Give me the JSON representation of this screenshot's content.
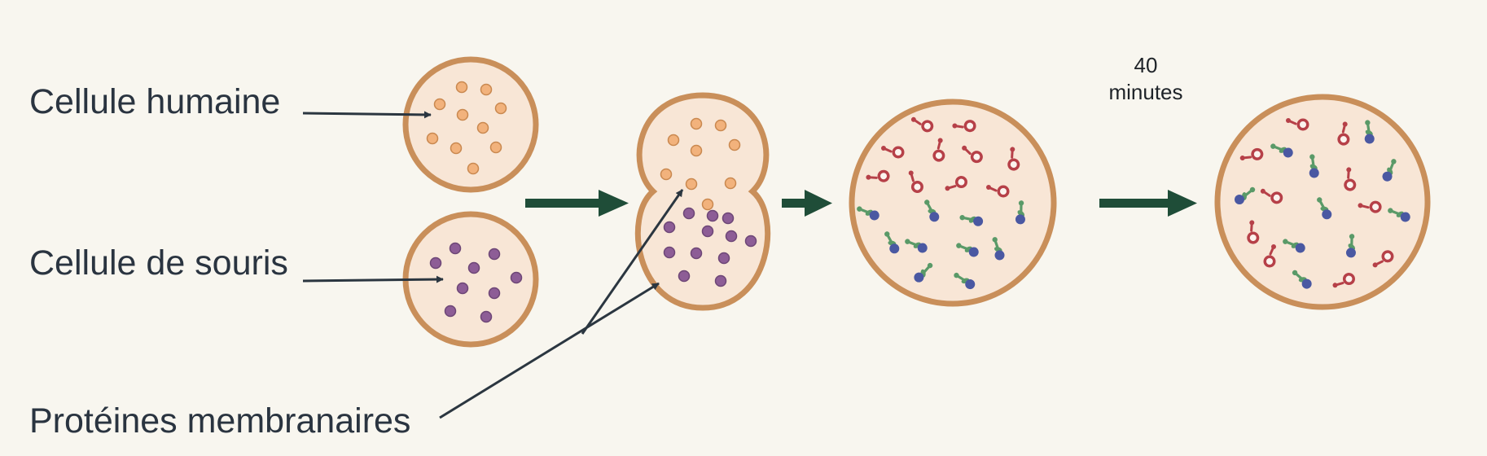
{
  "labels": {
    "human_cell": "Cellule humaine",
    "mouse_cell": "Cellule de souris",
    "membrane_proteins": "Protéines membranaires"
  },
  "time": {
    "value": "40",
    "unit": "minutes"
  },
  "colors": {
    "background": "#f8f6ef",
    "membrane": "#c98f5a",
    "cytoplasm": "#f8e6d6",
    "human_protein": "#f2b27c",
    "mouse_protein": "#8d5d96",
    "arrow": "#1f4d38",
    "pointer_line": "#2b3640",
    "marker_red": "#b64048",
    "marker_green": "#5a9a68",
    "marker_blue": "#4a58a2"
  },
  "icons": [
    "human-protein-dot",
    "mouse-protein-dot",
    "red-marked-protein-icon",
    "green-blue-marked-protein-icon",
    "process-arrow-icon"
  ]
}
